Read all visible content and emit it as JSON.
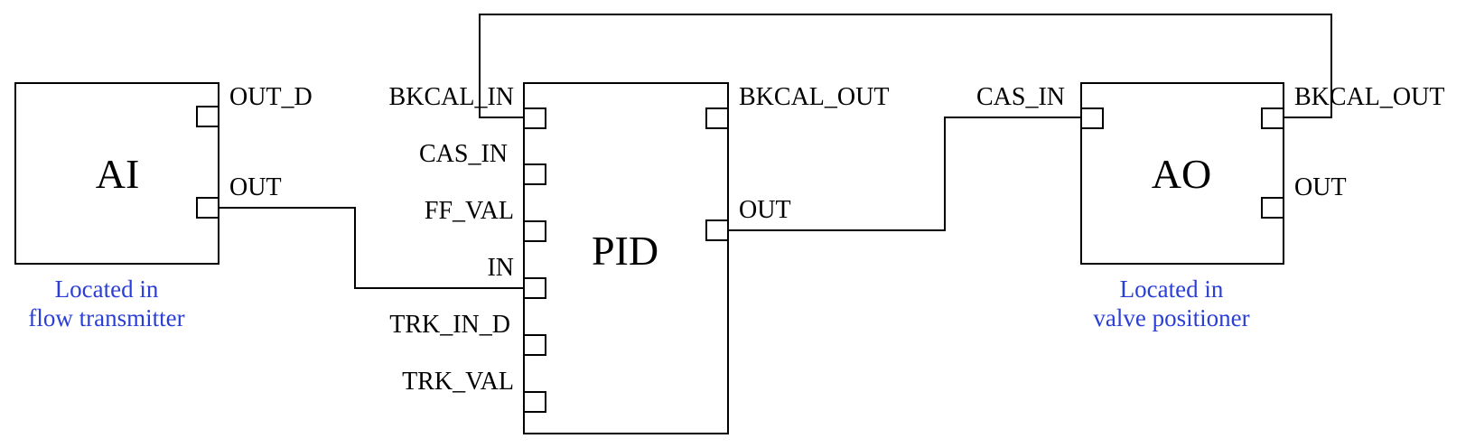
{
  "colors": {
    "line": "#000000",
    "note": "#2a3fd6"
  },
  "blocks": {
    "ai": {
      "title": "AI",
      "ports": {
        "out_d": "OUT_D",
        "out": "OUT"
      },
      "note": [
        "Located in",
        "flow transmitter"
      ]
    },
    "pid": {
      "title": "PID",
      "inputs": [
        "BKCAL_IN",
        "CAS_IN",
        "FF_VAL",
        "IN",
        "TRK_IN_D",
        "TRK_VAL"
      ],
      "outputs": [
        "BKCAL_OUT",
        "OUT"
      ]
    },
    "ao": {
      "title": "AO",
      "inputs": [
        "CAS_IN"
      ],
      "outputs": [
        "BKCAL_OUT",
        "OUT"
      ],
      "note": [
        "Located in",
        "valve positioner"
      ]
    }
  }
}
